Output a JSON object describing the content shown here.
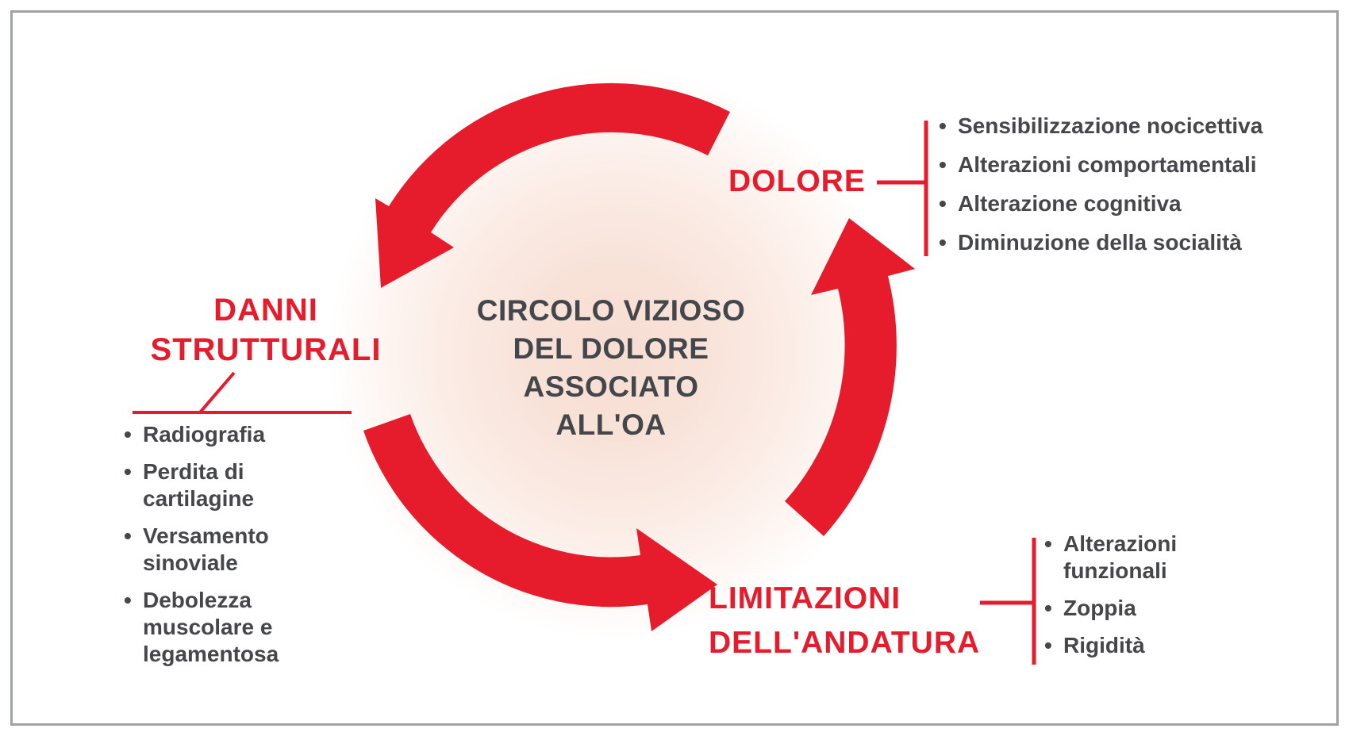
{
  "figure": {
    "type": "cycle-diagram",
    "center_title": "CIRCOLO VIZIOSO DEL DOLORE ASSOCIATO ALL'OA",
    "center_title_lines": [
      "CIRCOLO VIZIOSO",
      "DEL DOLORE",
      "ASSOCIATO",
      "ALL'OA"
    ]
  },
  "nodes": {
    "dolore": {
      "label": "DOLORE",
      "items": [
        "Sensibilizzazione nocicettiva",
        "Alterazioni comportamentali",
        "Alterazione cognitiva",
        "Diminuzione della socialità"
      ]
    },
    "danni_strutturali": {
      "label_lines": [
        "DANNI",
        "STRUTTURALI"
      ],
      "items": [
        "Radiografia",
        "Perdita di cartilagine",
        "Versamento sinoviale",
        "Debolezza muscolare e legamentosa"
      ]
    },
    "limitazioni_andatura": {
      "label_lines": [
        "LIMITAZIONI",
        "DELL'ANDATURA"
      ],
      "items": [
        "Alterazioni funzionali",
        "Zoppia",
        "Rigidità"
      ]
    }
  },
  "arrows": [
    {
      "name": "cycle-arrow-top",
      "from": "DOLORE",
      "to": "DANNI STRUTTURALI"
    },
    {
      "name": "cycle-arrow-bottom",
      "from": "DANNI STRUTTURALI",
      "to": "LIMITAZIONI DELL'ANDATURA"
    },
    {
      "name": "cycle-arrow-right",
      "from": "LIMITAZIONI DELL'ANDATURA",
      "to": "DOLORE"
    }
  ],
  "colors": {
    "accent_red": "#e61b2c",
    "text_dark": "#45474a",
    "center_text": "#43464a",
    "glow_peach": "#f8e2d8",
    "frame_border": "#9fa1a4"
  }
}
